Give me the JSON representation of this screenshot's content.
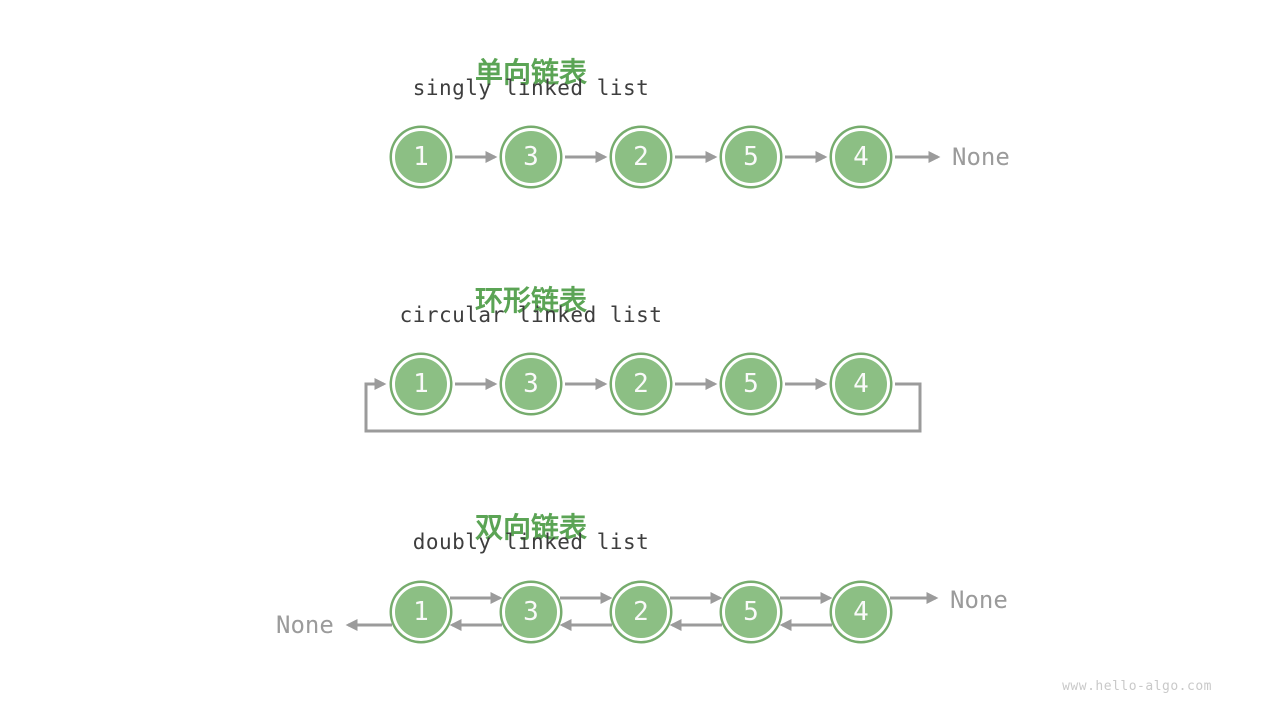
{
  "colors": {
    "node_fill": "#8CBF84",
    "node_ring": "#76AC6D",
    "title_green": "#5BA455",
    "arrow_gray": "#9B9B9B",
    "subtitle_dark": "#3E3E3E",
    "node_digit": "#FAFAFA",
    "watermark_gray": "#C9C9C9",
    "background": "#FFFFFF"
  },
  "sections": [
    {
      "title_zh": "单向链表",
      "subtitle_en": "singly linked list",
      "nodes": [
        "1",
        "3",
        "2",
        "5",
        "4"
      ],
      "tail_label": "None"
    },
    {
      "title_zh": "环形链表",
      "subtitle_en": "circular linked list",
      "nodes": [
        "1",
        "3",
        "2",
        "5",
        "4"
      ]
    },
    {
      "title_zh": "双向链表",
      "subtitle_en": "doubly linked list",
      "nodes": [
        "1",
        "3",
        "2",
        "5",
        "4"
      ],
      "head_label": "None",
      "tail_label": "None"
    }
  ],
  "watermark": "www.hello-algo.com"
}
